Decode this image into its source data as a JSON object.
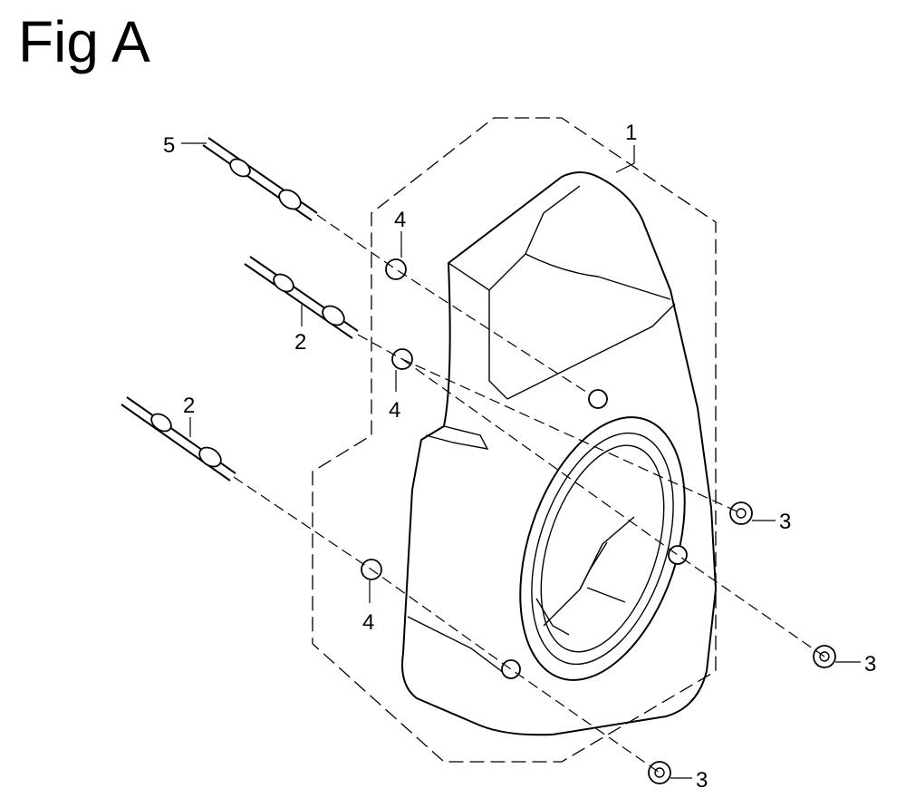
{
  "figure": {
    "title": "Fig A"
  },
  "callouts": [
    {
      "id": "c5",
      "text": "5"
    },
    {
      "id": "c1",
      "text": "1"
    },
    {
      "id": "c4a",
      "text": "4"
    },
    {
      "id": "c2a",
      "text": "2"
    },
    {
      "id": "c4b",
      "text": "4"
    },
    {
      "id": "c2b",
      "text": "2"
    },
    {
      "id": "c3a",
      "text": "3"
    },
    {
      "id": "c4c",
      "text": "4"
    },
    {
      "id": "c3b",
      "text": "3"
    },
    {
      "id": "c3c",
      "text": "3"
    }
  ]
}
